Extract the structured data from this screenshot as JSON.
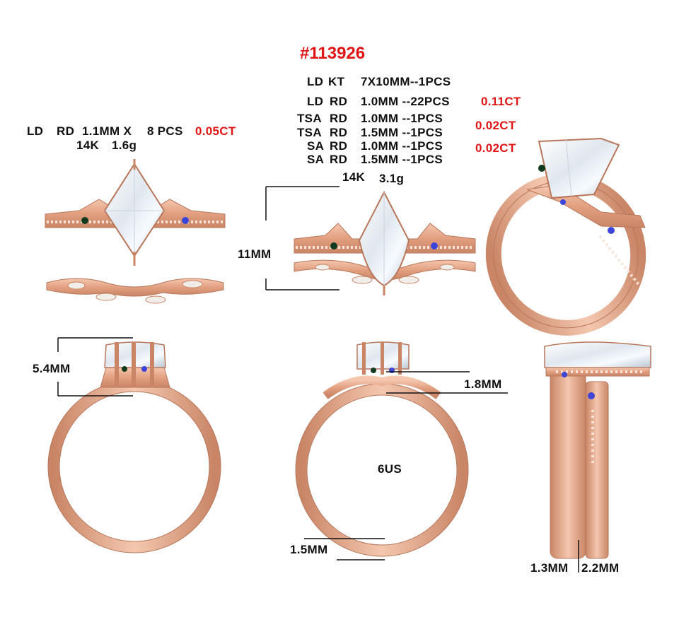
{
  "sheet": {
    "model_number": "#113926",
    "colors": {
      "rose_gold": "#e7a889",
      "rose_gold_dark": "#b8765b",
      "highlight_red": "#e01616",
      "text": "#111111",
      "sapphire": "#3c45d8",
      "green_sapphire": "#0f3a1e"
    }
  },
  "specs_left": {
    "line1_type": "LD",
    "line1_shape": "RD",
    "line1_size": "1.1MM X",
    "line1_qty": "8 PCS",
    "line1_ct": "0.05CT",
    "line2_metal": "14K",
    "line2_weight": "1.6g"
  },
  "specs_center": {
    "rows": [
      {
        "type": "LD",
        "shape": "KT",
        "size": "7X10MM--1PCS"
      },
      {
        "type": "LD",
        "shape": "RD",
        "size": "1.0MM --22PCS"
      },
      {
        "type": "TSA",
        "shape": "RD",
        "size": "1.0MM --1PCS"
      },
      {
        "type": "TSA",
        "shape": "RD",
        "size": "1.5MM --1PCS"
      },
      {
        "type": "SA",
        "shape": "RD",
        "size": "1.0MM --1PCS"
      },
      {
        "type": "SA",
        "shape": "RD",
        "size": "1.5MM --1PCS"
      }
    ],
    "ct_ld": "0.11CT",
    "ct_tsa": "0.02CT",
    "ct_sa": "0.02CT",
    "metal": "14K",
    "weight": "3.1g"
  },
  "dimensions": {
    "height": "11MM",
    "setting_height": "5.4MM",
    "band_top": "1.8MM",
    "ring_size": "6US",
    "band_bottom": "1.5MM",
    "band_width_a": "1.3MM",
    "band_width_b": "2.2MM"
  }
}
